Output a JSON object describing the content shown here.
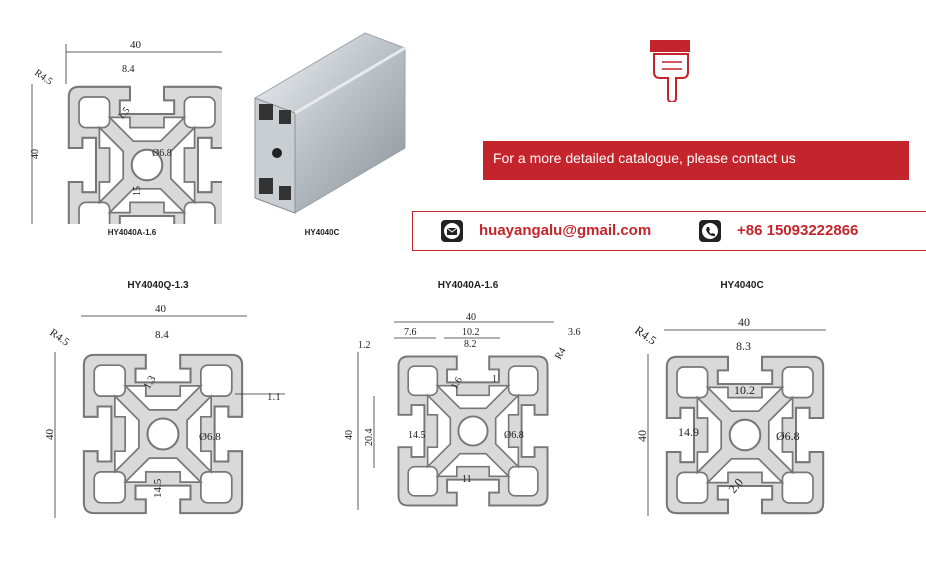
{
  "banner": {
    "text": "For a more detailed catalogue, please contact us"
  },
  "contact": {
    "email": "huayangalu@gmail.com",
    "phone": "+86 15093222866"
  },
  "icons": {
    "pointer": "hand-pointing-down-icon",
    "email": "envelope-icon",
    "phone": "phone-icon"
  },
  "colors": {
    "accent": "#c4242b",
    "profile_fill": "#d9d9d9",
    "profile_stroke": "#777777"
  },
  "top_drawing": {
    "caption": "HY4040A-1.6",
    "dims": {
      "width": "40",
      "slot": "8.4",
      "radius": "R4.5",
      "wall": "1.5",
      "hole": "Ø6.8",
      "height": "40",
      "depth": "15"
    }
  },
  "photo": {
    "caption": "HY4040C"
  },
  "drawing_q": {
    "caption": "HY4040Q-1.3",
    "dims": {
      "width": "40",
      "slot": "8.4",
      "radius": "R4.5",
      "wall": "1.3",
      "lip": "1.1",
      "hole": "Ø6.8",
      "height": "40",
      "depth": "14.5"
    }
  },
  "drawing_a": {
    "caption": "HY4040A-1.6",
    "dims": {
      "width": "40",
      "d76": "7.6",
      "d102": "10.2",
      "d82": "8.2",
      "d36": "3.6",
      "d12": "1.2",
      "r4": "R4",
      "wall": "1.6",
      "lip": "1",
      "height": "40",
      "d204": "20.4",
      "d145": "14.5",
      "hole": "Ø6.8",
      "d11": "11"
    }
  },
  "drawing_c": {
    "caption": "HY4040C",
    "dims": {
      "radius": "R4.5",
      "width": "40",
      "slot": "8.3",
      "d102": "10.2",
      "height": "40",
      "d149": "14.9",
      "hole": "Ø6.8",
      "wall": "2.0"
    }
  }
}
